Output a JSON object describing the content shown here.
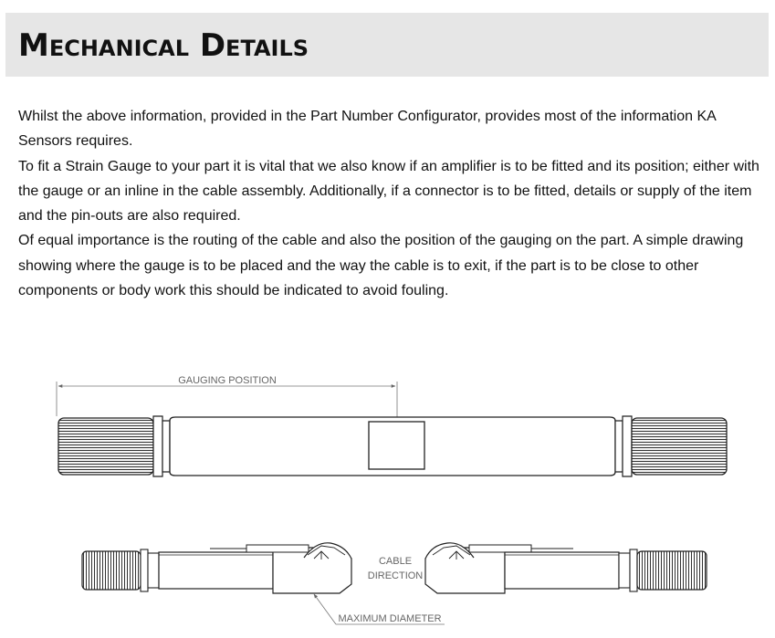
{
  "section": {
    "title": "Mechanical Details"
  },
  "paragraphs": [
    "Whilst the above information, provided in the Part Number Configurator, provides most of the information KA Sensors requires.",
    "To fit a Strain Gauge to your part it is vital that we also know if an amplifier is to be fitted and its position; either with the gauge or an inline in the cable assembly. Additionally, if a connector is to be fitted, details or supply of the item and the pin-outs are also required.",
    "Of equal importance is the routing of the cable and also the position of the gauging on the part. A simple drawing showing where the gauge is to be placed and the way the cable is to exit, if the part is to be close to other components or body work this should be indicated to avoid fouling."
  ],
  "drawing": {
    "gauging_position_label": "GAUGING POSITION",
    "cable_direction_label_line1": "CABLE",
    "cable_direction_label_line2": "DIRECTION",
    "maximum_diameter_label": "MAXIMUM DIAMETER"
  }
}
